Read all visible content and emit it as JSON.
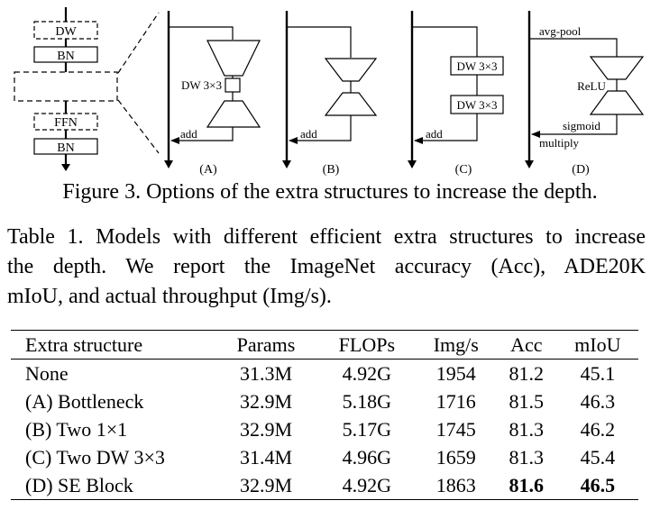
{
  "figure": {
    "caption": "Figure 3. Options of the extra structures to increase the depth.",
    "left_stack": [
      "DW",
      "BN",
      "FFN",
      "BN"
    ],
    "panels": [
      {
        "label": "(A)",
        "add_label": "add",
        "inner_label": "DW 3×3"
      },
      {
        "label": "(B)",
        "add_label": "add"
      },
      {
        "label": "(C)",
        "add_label": "add",
        "boxes": [
          "DW 3×3",
          "DW 3×3"
        ]
      },
      {
        "label": "(D)",
        "top_label": "avg-pool",
        "mid_label": "ReLU",
        "sigmoid_label": "sigmoid",
        "multiply_label": "multiply"
      }
    ]
  },
  "table": {
    "caption_lines": [
      "Table 1. Models with different efficient extra structures to increase",
      "the depth.  We report the ImageNet accuracy (Acc), ADE20K",
      "mIoU, and actual throughput (Img/s)."
    ],
    "headers": [
      "Extra structure",
      "Params",
      "FLOPs",
      "Img/s",
      "Acc",
      "mIoU"
    ],
    "rows": [
      [
        "None",
        "31.3M",
        "4.92G",
        "1954",
        "81.2",
        "45.1"
      ],
      [
        "(A) Bottleneck",
        "32.9M",
        "5.18G",
        "1716",
        "81.5",
        "46.3"
      ],
      [
        "(B) Two 1×1",
        "32.9M",
        "5.17G",
        "1745",
        "81.3",
        "46.2"
      ],
      [
        "(C) Two DW 3×3",
        "31.4M",
        "4.96G",
        "1659",
        "81.3",
        "45.4"
      ],
      [
        "(D) SE Block",
        "32.9M",
        "4.92G",
        "1863",
        "81.6",
        "46.5"
      ]
    ],
    "bold_cells": [
      [
        4,
        4
      ],
      [
        4,
        5
      ]
    ]
  }
}
